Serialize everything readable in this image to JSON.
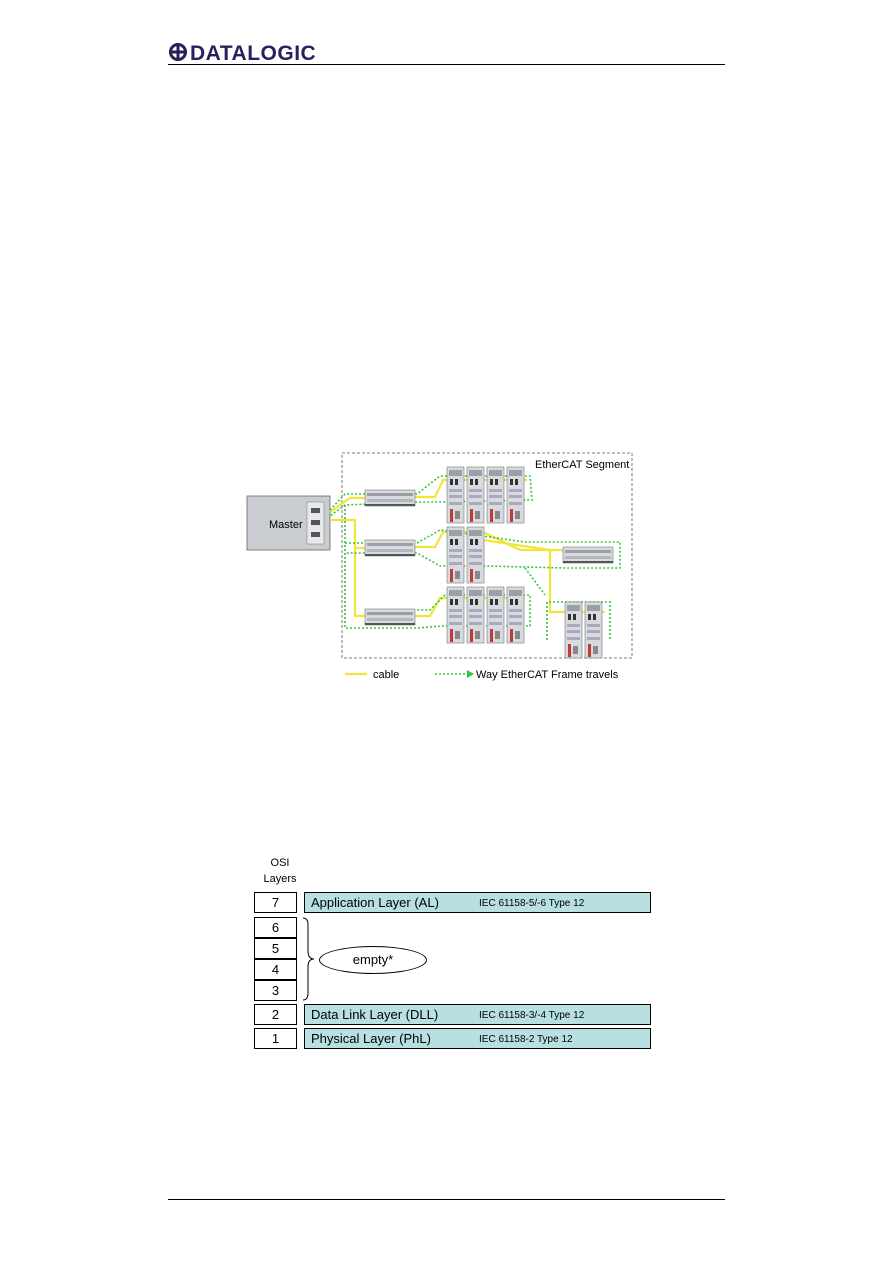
{
  "header": {
    "logo_text": "DATALOGIC",
    "logo_icon": "datalogic-logo-icon"
  },
  "ethercat_figure": {
    "segment_label": "EtherCAT Segment",
    "master_label": "Master",
    "legend": {
      "cable_label": "cable",
      "frame_label": "Way EtherCAT Frame travels"
    },
    "colors": {
      "cable": "#f2e53a",
      "frame": "#34c934",
      "device": "#d7dbe0",
      "red_accent": "#c23b3b"
    }
  },
  "osi_figure": {
    "heading_line1": "OSI",
    "heading_line2": "Layers",
    "layers": [
      {
        "num": "7",
        "name": "Application Layer (AL)",
        "std": "IEC 61158-5/-6 Type 12"
      },
      {
        "num": "6"
      },
      {
        "num": "5"
      },
      {
        "num": "4"
      },
      {
        "num": "3"
      },
      {
        "num": "2",
        "name": "Data Link Layer (DLL)",
        "std": "IEC 61158-3/-4 Type 12"
      },
      {
        "num": "1",
        "name": "Physical Layer (PhL)",
        "std": "IEC 61158-2 Type 12"
      }
    ],
    "empty_label": "empty*",
    "row_color": "#b8dfe1"
  }
}
